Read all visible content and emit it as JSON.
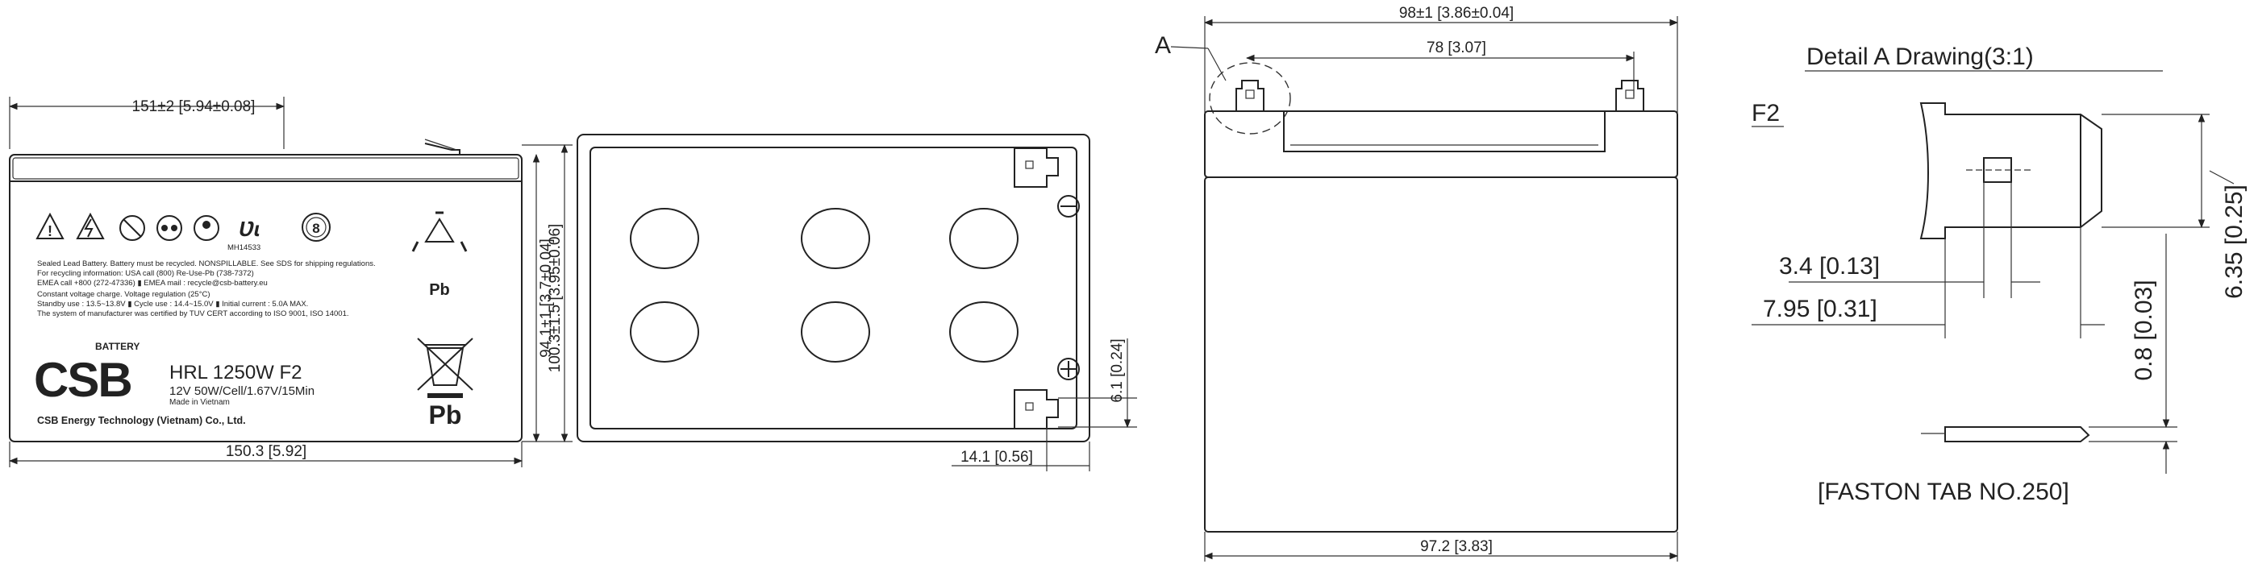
{
  "front_view": {
    "dim_length": "151±2 [5.94±0.08]",
    "dim_bottom": "150.3 [5.92]",
    "dim_height_a": "94.1±1 [3.7±0.04]",
    "dim_height_b": "100.3±1.5 [3.95±0.06]",
    "label": {
      "warning_lines": [
        "Sealed Lead Battery. Battery must be recycled. NONSPILLABLE. See SDS for shipping regulations.",
        "For recycling information: USA call (800) Re-Use-Pb (738-7372)",
        "EMEA call +800 (272-47336)  ▮  EMEA mail : recycle@csb-battery.eu",
        "Constant voltage charge. Voltage regulation (25°C)",
        "Standby use : 13.5~13.8V  ▮  Cycle use : 14.4~15.0V  ▮  Initial current : 5.0A MAX.",
        "The system of manufacturer was certified by TUV CERT according to ISO 9001, ISO 14001."
      ],
      "ul_code": "MH14533",
      "brand": "CSB",
      "brand_caption": "BATTERY",
      "model": "HRL 1250W F2",
      "spec": "12V 50W/Cell/1.67V/15Min",
      "made_in": "Made in Vietnam",
      "company": "CSB Energy Technology (Vietnam) Co., Ltd.",
      "pb_mark": "Pb",
      "pb_mark_small": "Pb",
      "cell_count_badge": "8"
    }
  },
  "top_view": {
    "dim_terminal_height": "6.1 [0.24]",
    "dim_terminal_offset": "14.1 [0.56]"
  },
  "side_view": {
    "dim_width": "98±1 [3.86±0.04]",
    "dim_terminal_span": "78 [3.07]",
    "dim_bottom": "97.2 [3.83]",
    "detail_callout": "A"
  },
  "detail": {
    "title": "Detail A Drawing(3:1)",
    "tag": "F2",
    "dim_1": "3.4 [0.13]",
    "dim_2": "7.95 [0.31]",
    "dim_3": "6.35 [0.25]",
    "dim_4": "0.8 [0.03]",
    "caption": "[FASTON TAB NO.250]"
  }
}
